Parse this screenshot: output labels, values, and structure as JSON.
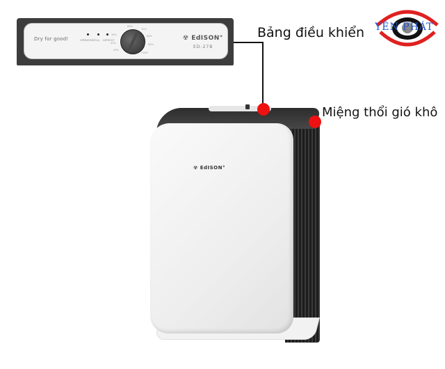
{
  "control_panel": {
    "slogan": "Dry for good!",
    "indicators": [
      "OPERATION",
      "FULL",
      "DEFROST"
    ],
    "dial_ticks": [
      "30%",
      "40%",
      "50%",
      "60%",
      "70%",
      "80%",
      "90%",
      "CONT"
    ],
    "brand": "☢ EdISON°",
    "model": "ED-27B"
  },
  "annotations": {
    "control_panel_label": "Bảng điều khiển",
    "air_outlet_label": "Miệng thổi gió khô"
  },
  "logo": {
    "text": "YÊN PHÁT",
    "text_color": "#2255cc",
    "ring_color": "#e02020"
  },
  "device": {
    "brand": "☢ EdISON°"
  },
  "colors": {
    "marker": "#ee1111",
    "line": "#111111"
  }
}
